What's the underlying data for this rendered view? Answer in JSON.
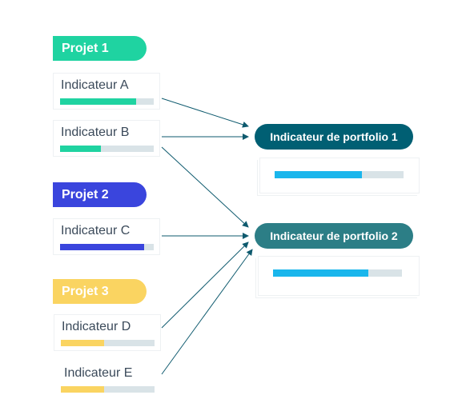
{
  "projects": [
    {
      "label": "Projet 1",
      "color": "#1fd3a1"
    },
    {
      "label": "Projet 2",
      "color": "#3a45dd"
    },
    {
      "label": "Projet 3",
      "color": "#fad461"
    }
  ],
  "indicators": [
    {
      "label": "Indicateur A",
      "progress": 0.81,
      "color": "#1fd3a1"
    },
    {
      "label": "Indicateur B",
      "progress": 0.44,
      "color": "#1fd3a1"
    },
    {
      "label": "Indicateur C",
      "progress": 0.9,
      "color": "#3a45dd"
    },
    {
      "label": "Indicateur D",
      "progress": 0.46,
      "color": "#fad461"
    },
    {
      "label": "Indicateur E",
      "progress": 0.46,
      "color": "#fad461"
    }
  ],
  "portfolio": [
    {
      "label": "Indicateur de portfolio 1",
      "progress": 0.68,
      "color": "#005f73"
    },
    {
      "label": "Indicateur de portfolio 2",
      "progress": 0.74,
      "color": "#2c7e86"
    }
  ],
  "links": [
    {
      "from": "Indicateur A",
      "to": "Indicateur de portfolio 1"
    },
    {
      "from": "Indicateur B",
      "to": "Indicateur de portfolio 1"
    },
    {
      "from": "Indicateur B",
      "to": "Indicateur de portfolio 2"
    },
    {
      "from": "Indicateur C",
      "to": "Indicateur de portfolio 2"
    },
    {
      "from": "Indicateur D",
      "to": "Indicateur de portfolio 2"
    },
    {
      "from": "Indicateur E",
      "to": "Indicateur de portfolio 2"
    }
  ],
  "arrow_color": "#0e5a6e"
}
